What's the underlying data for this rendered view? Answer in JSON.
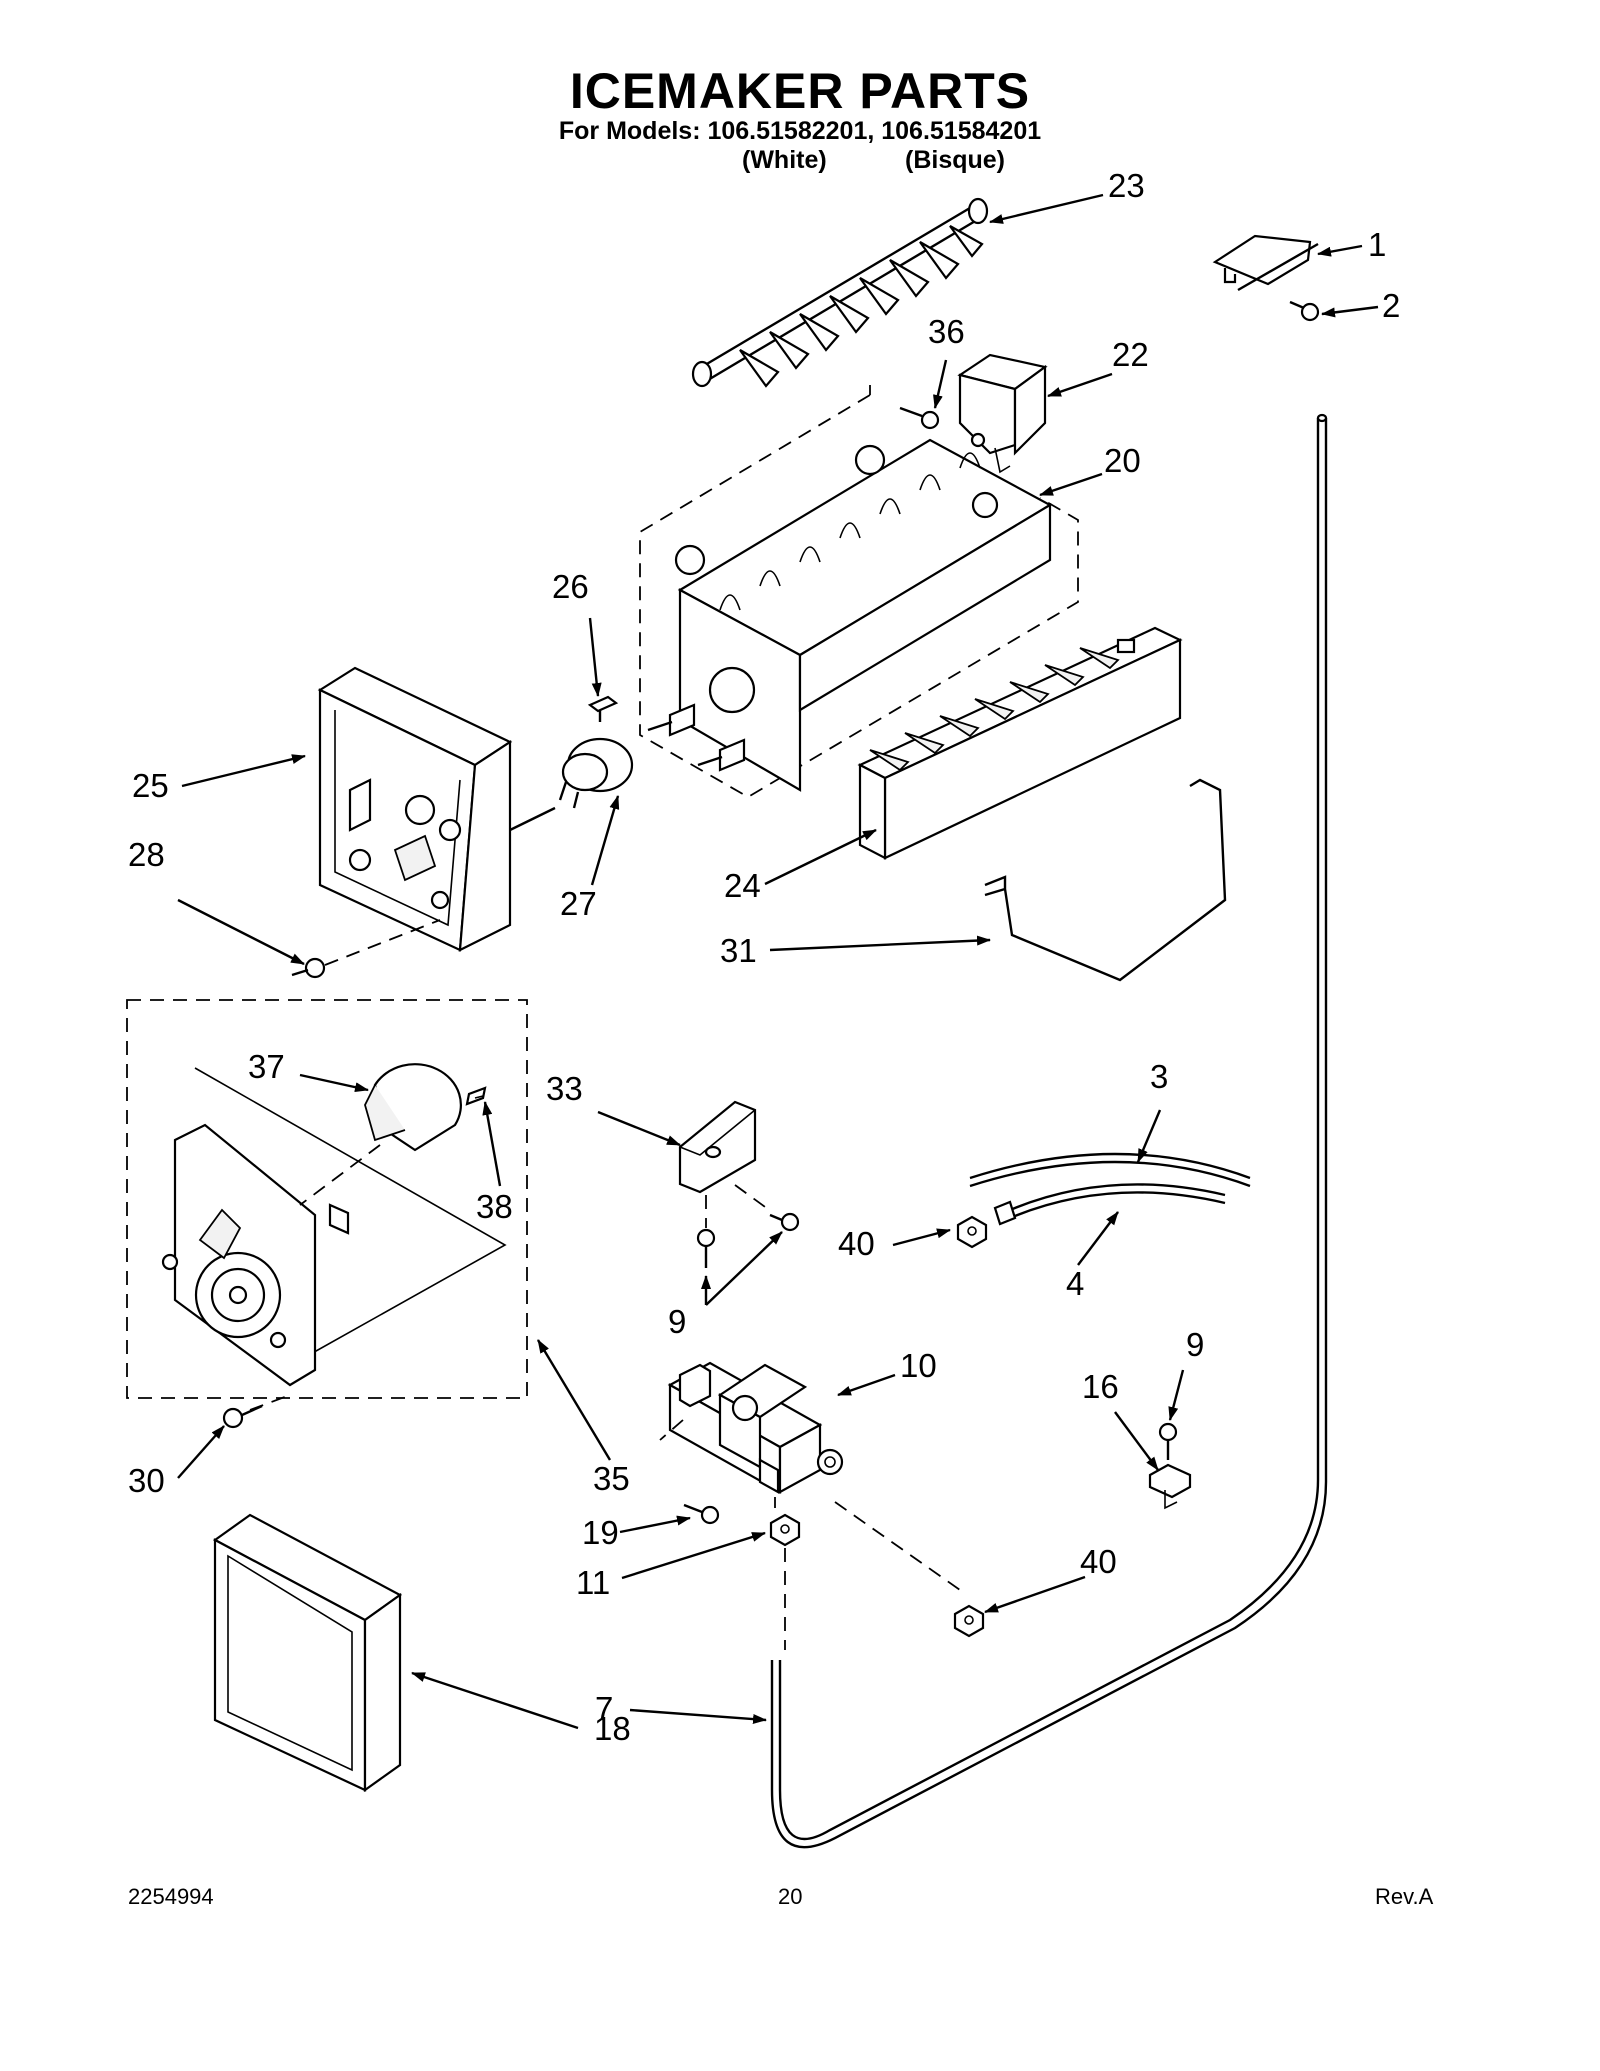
{
  "header": {
    "title": "ICEMAKER PARTS",
    "models_line": "For Models: 106.51582201, 106.51584201",
    "variant_white": "(White)",
    "variant_bisque": "(Bisque)"
  },
  "callouts": {
    "c1": "1",
    "c2": "2",
    "c3": "3",
    "c4": "4",
    "c7": "7",
    "c9a": "9",
    "c9b": "9",
    "c10": "10",
    "c11": "11",
    "c16": "16",
    "c18": "18",
    "c19": "19",
    "c20": "20",
    "c22": "22",
    "c23": "23",
    "c24": "24",
    "c25": "25",
    "c26": "26",
    "c27": "27",
    "c28": "28",
    "c30": "30",
    "c31": "31",
    "c33": "33",
    "c35": "35",
    "c36": "36",
    "c37": "37",
    "c38": "38",
    "c40a": "40",
    "c40b": "40"
  },
  "footer": {
    "doc_number": "2254994",
    "page_number": "20",
    "revision": "Rev.A"
  }
}
